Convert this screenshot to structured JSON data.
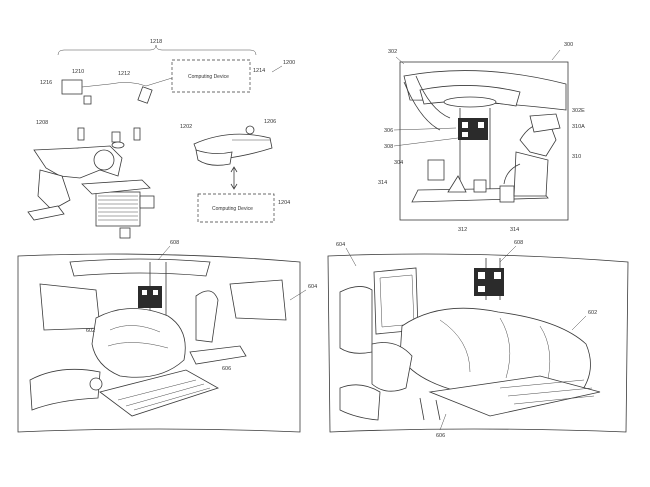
{
  "figure": {
    "ref_1200": "1200",
    "ref_1218": "1218",
    "ref_1214": "1214",
    "ref_1210": "1210",
    "ref_1212": "1212",
    "ref_1216": "1216",
    "ref_1208": "1208",
    "ref_1202": "1202",
    "ref_1206": "1206",
    "ref_1204": "1204",
    "computing_device_top": "Computing Device",
    "computing_device_bottom": "Computing Device"
  },
  "panel_300": {
    "ref_300": "300",
    "ref_302": "302",
    "ref_306": "306",
    "ref_308": "308",
    "ref_304": "304",
    "ref_314a": "314",
    "ref_312": "312",
    "ref_314b": "314",
    "ref_302e": "302E",
    "ref_310a": "310A",
    "ref_310": "310"
  },
  "panel_604": {
    "ref_608": "608",
    "ref_604": "604",
    "ref_602": "602",
    "ref_606": "606"
  },
  "panel_606": {
    "ref_604": "604",
    "ref_608": "608",
    "ref_602": "602",
    "ref_606": "606"
  }
}
